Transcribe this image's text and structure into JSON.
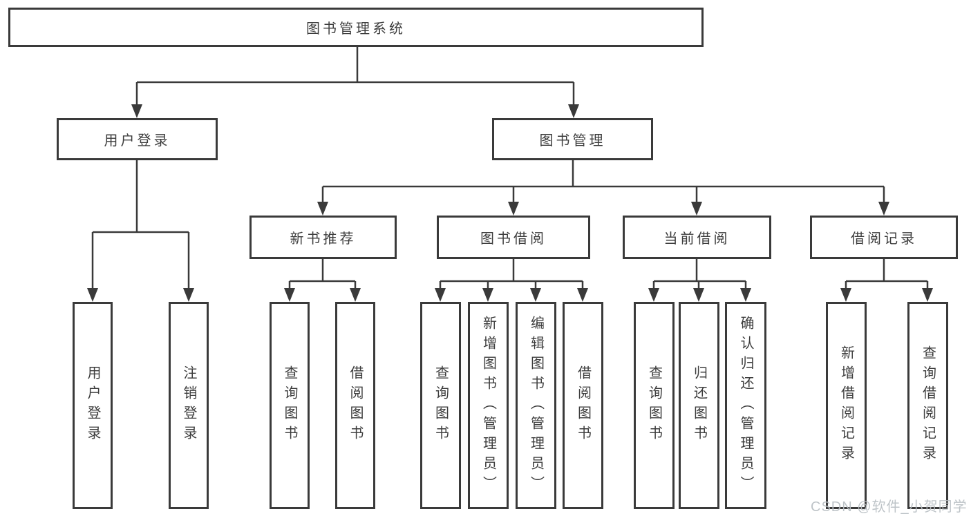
{
  "diagram": {
    "title": "图书管理系统",
    "root": {
      "label": "图书管理系统"
    },
    "branches": [
      {
        "label": "用户登录",
        "children": [
          {
            "label": "用户登录"
          },
          {
            "label": "注销登录"
          }
        ]
      },
      {
        "label": "图书管理",
        "children": [
          {
            "label": "新书推荐",
            "children": [
              {
                "label": "查询图书"
              },
              {
                "label": "借阅图书"
              }
            ]
          },
          {
            "label": "图书借阅",
            "children": [
              {
                "label": "查询图书"
              },
              {
                "label": "新增图书（管理员）"
              },
              {
                "label": "编辑图书（管理员）"
              },
              {
                "label": "借阅图书"
              }
            ]
          },
          {
            "label": "当前借阅",
            "children": [
              {
                "label": "查询图书"
              },
              {
                "label": "归还图书"
              },
              {
                "label": "确认归还（管理员）"
              }
            ]
          },
          {
            "label": "借阅记录",
            "children": [
              {
                "label": "新增借阅记录"
              },
              {
                "label": "查询借阅记录"
              }
            ]
          }
        ]
      }
    ]
  },
  "watermark": {
    "text": "CSDN @软件_小贺同学"
  },
  "colors": {
    "line": "#3a3a3a",
    "text": "#3d3d3d",
    "background": "#ffffff",
    "watermark": "#b9bfc4"
  }
}
